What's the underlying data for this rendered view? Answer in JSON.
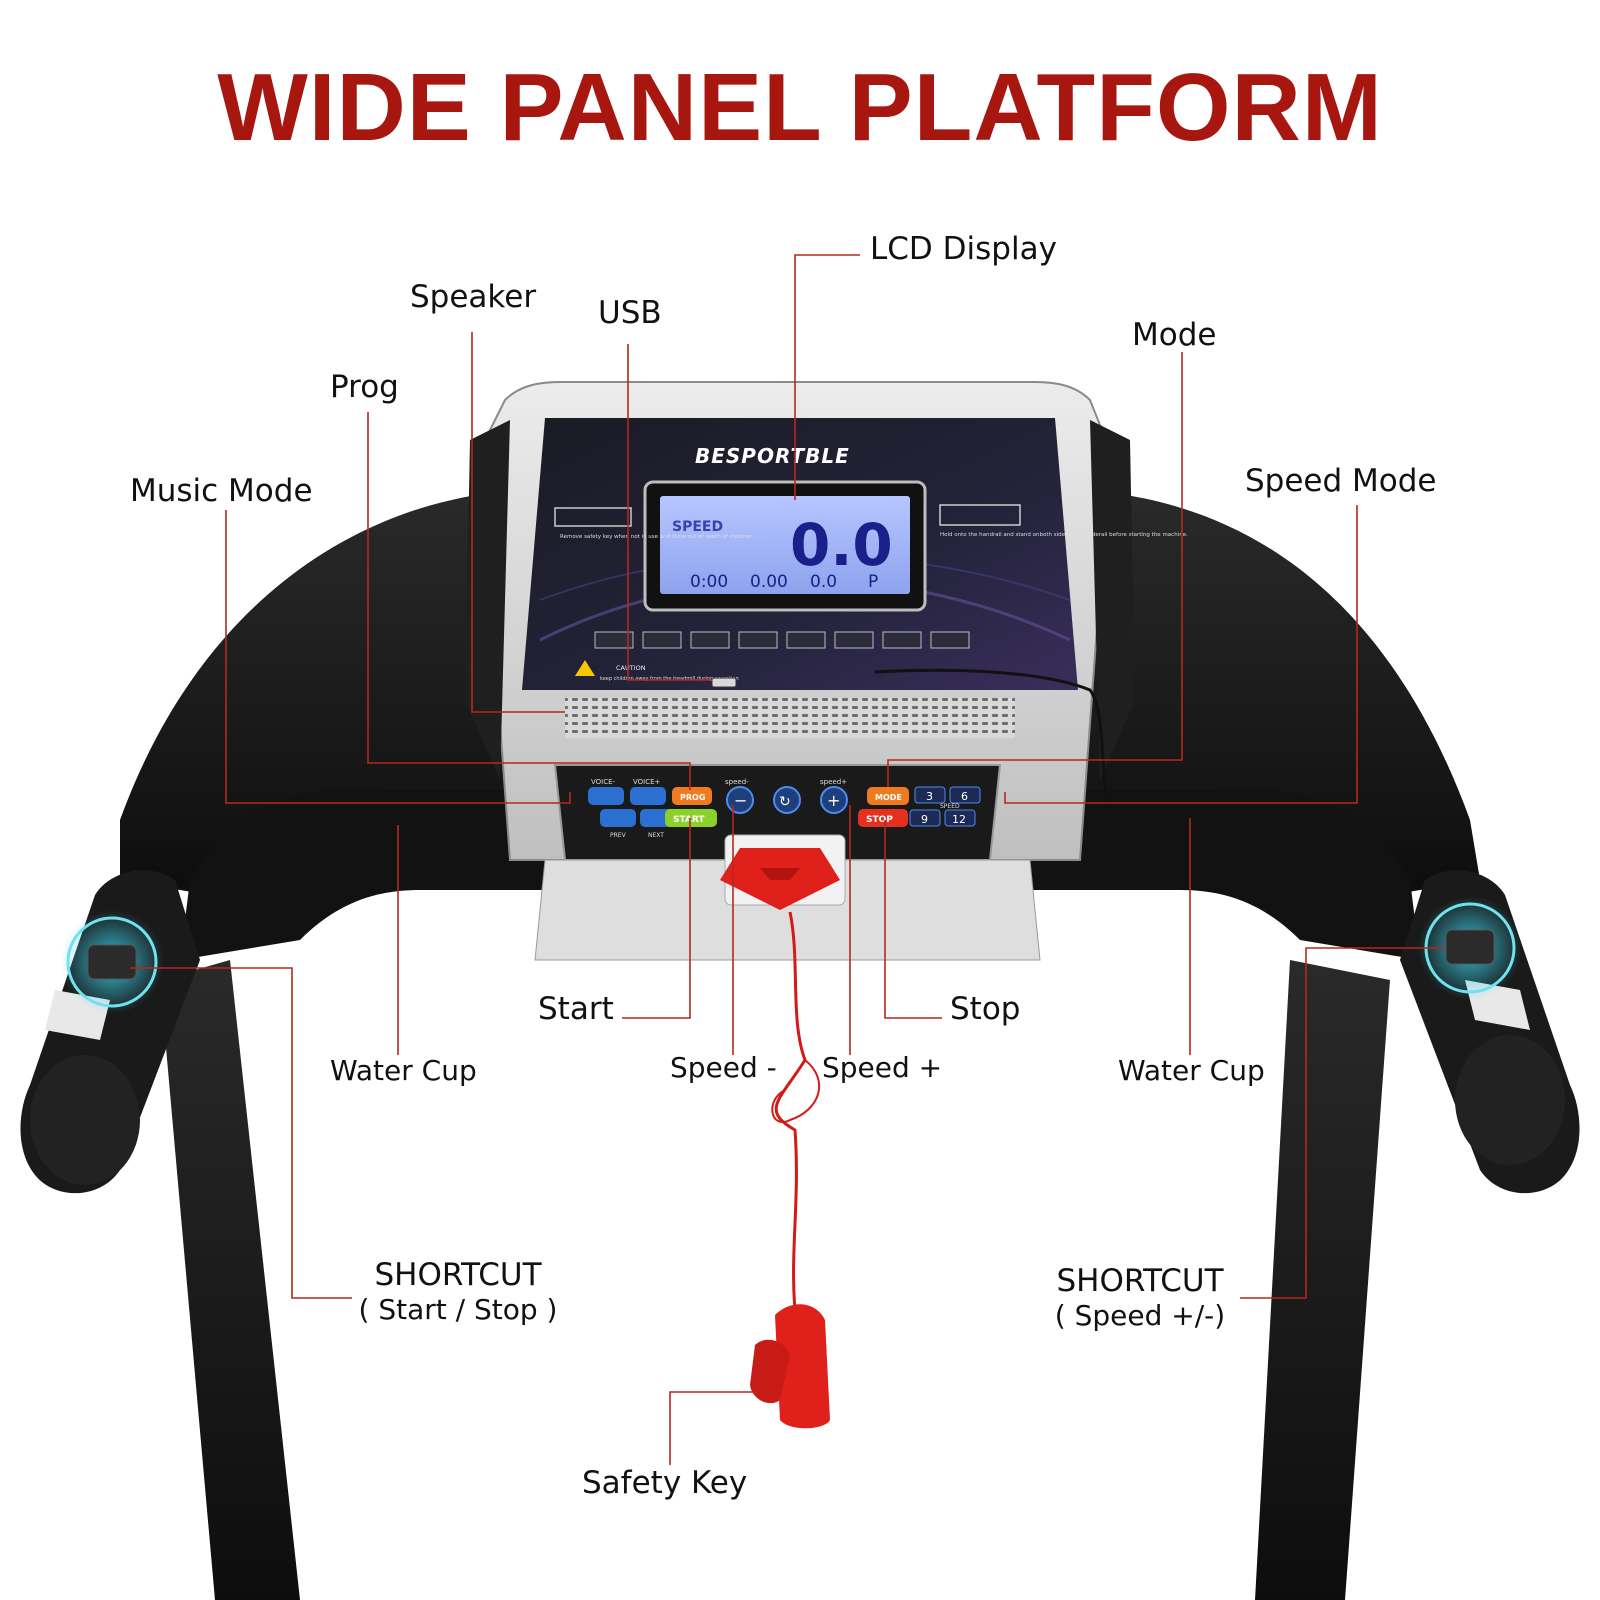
{
  "title": "WIDE PANEL PLATFORM",
  "brand": "BESPORTBLE",
  "colors": {
    "title_red": "#a8170f",
    "leader_line": "#b4281e",
    "lcd_blue": "#9fb2f3",
    "safety_key_red": "#e0201a",
    "start_green": "#8ad12b",
    "stop_red": "#e53020",
    "prog_orange": "#f07a1f"
  },
  "lcd": {
    "label": "SPEED",
    "value": "0.0",
    "readouts": [
      "0:00",
      "0.00",
      "0.0",
      "P"
    ]
  },
  "callouts": {
    "lcd_display": "LCD Display",
    "speaker": "Speaker",
    "usb": "USB",
    "mode": "Mode",
    "prog": "Prog",
    "music_mode": "Music Mode",
    "speed_mode": "Speed Mode",
    "start": "Start",
    "stop": "Stop",
    "water_cup_left": "Water Cup",
    "water_cup_right": "Water Cup",
    "speed_minus": "Speed -",
    "speed_plus": "Speed +",
    "shortcut_left_title": "SHORTCUT",
    "shortcut_left_sub": "( Start / Stop )",
    "shortcut_right_title": "SHORTCUT",
    "shortcut_right_sub": "( Speed +/-)",
    "safety_key": "Safety Key"
  },
  "keypad": {
    "voice_minus": "VOICE-",
    "voice_plus": "VOICE+",
    "prog": "PROG",
    "prev": "PREV",
    "next": "NEXT",
    "start": "START",
    "speed_minus": "speed-",
    "speed_plus": "speed+",
    "mode": "MODE",
    "stop": "STOP",
    "speed_label": "SPEED",
    "quick_speeds": [
      "3",
      "6",
      "9",
      "12"
    ]
  },
  "panel_text": {
    "caution": "CAUTION",
    "caution_detail": "keep children away from the treadmill during operation",
    "left_note": "Remove safety key when not in use and store out of reach of children.",
    "right_note": "Hold onto the handrail and stand onboth sides of the siderail before starting the machine."
  },
  "icons": {
    "safety_key": "safety-key-icon",
    "warning": "warning-triangle-icon",
    "usb_port": "usb-port-icon",
    "runner": "runner-icon"
  }
}
